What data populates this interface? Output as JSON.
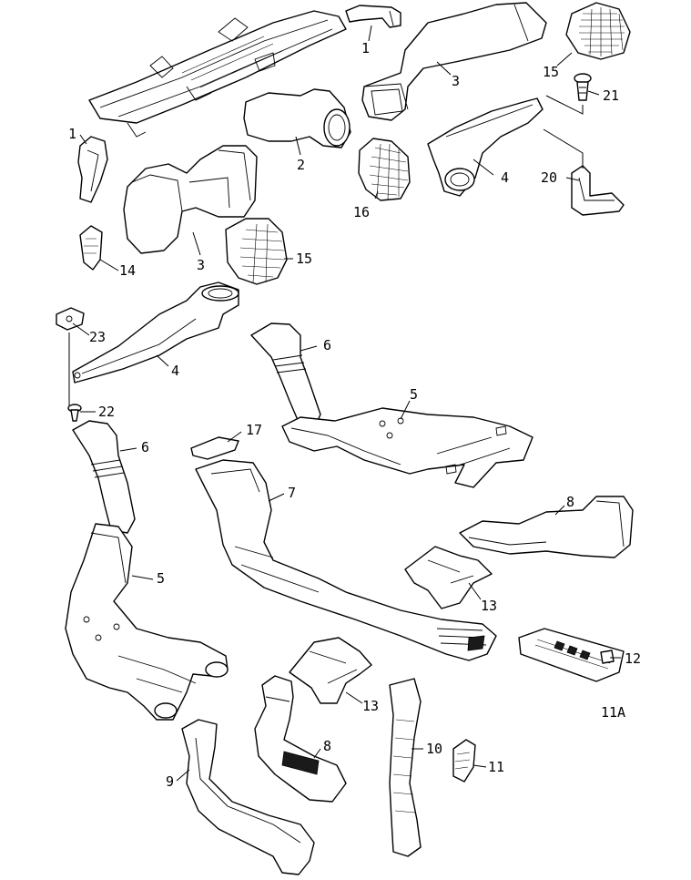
{
  "labels": {
    "p1a": "1",
    "p1b": "1",
    "p2": "2",
    "p3a": "3",
    "p3b": "3",
    "p4a": "4",
    "p4b": "4",
    "p5a": "5",
    "p5b": "5",
    "p6a": "6",
    "p6b": "6",
    "p7": "7",
    "p8a": "8",
    "p8b": "8",
    "p9": "9",
    "p10": "10",
    "p11": "11",
    "p11a": "11A",
    "p12": "12",
    "p13a": "13",
    "p13b": "13",
    "p14": "14",
    "p15a": "15",
    "p15b": "15",
    "p16": "16",
    "p17": "17",
    "p20": "20",
    "p21": "21",
    "p22": "22",
    "p23": "23"
  }
}
